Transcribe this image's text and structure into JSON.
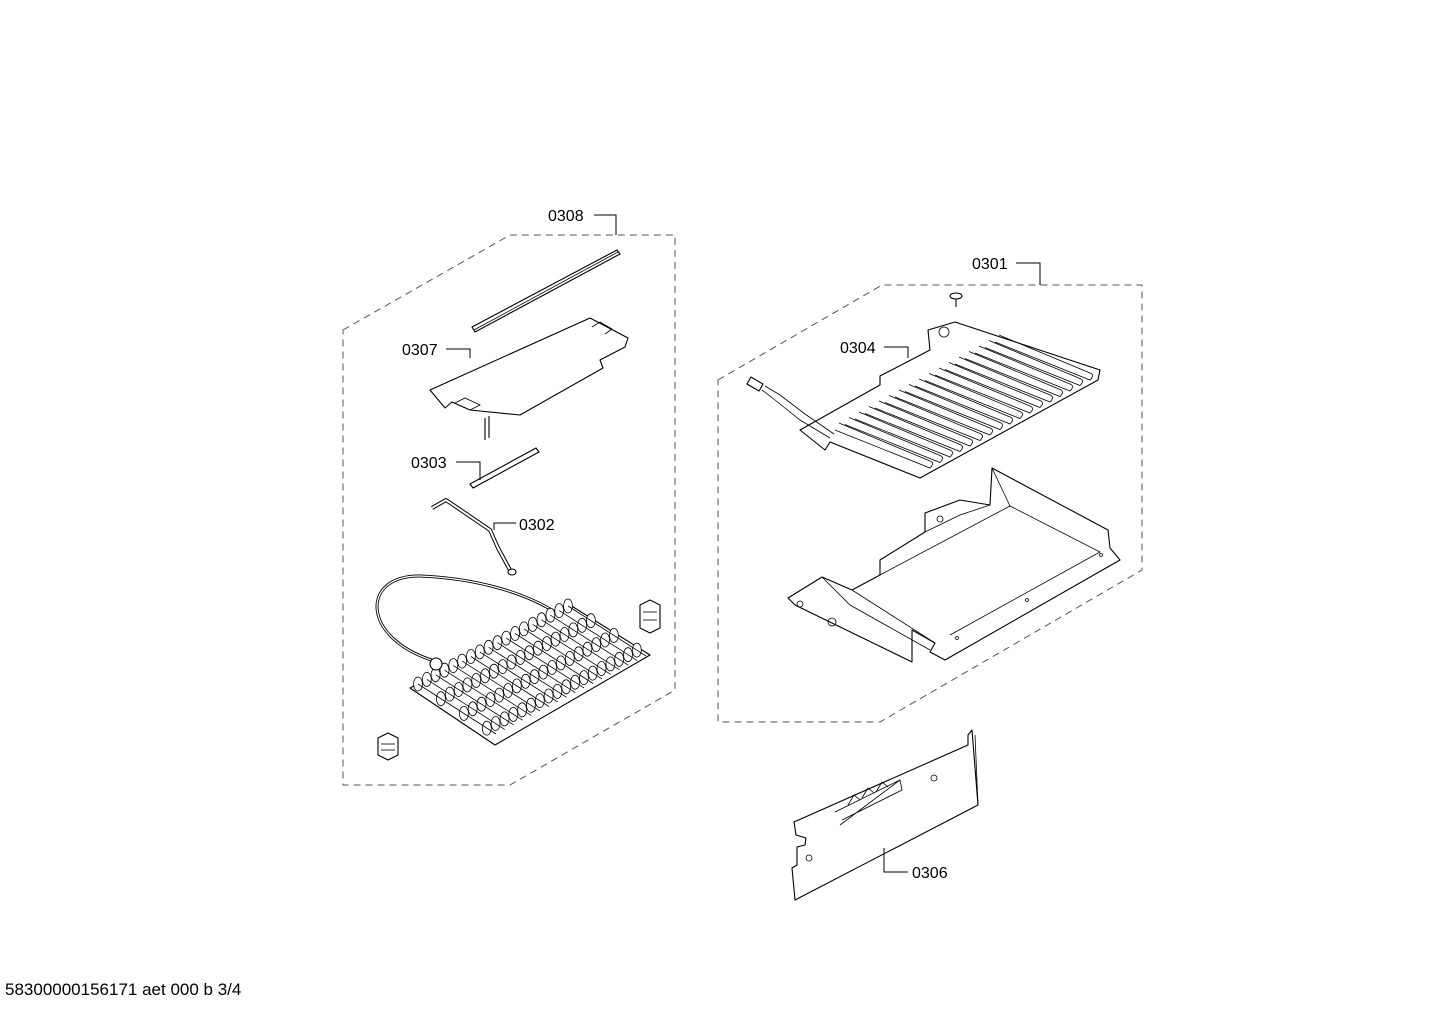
{
  "diagram": {
    "labels": {
      "p0308": "0308",
      "p0307": "0307",
      "p0303": "0303",
      "p0302": "0302",
      "p0301": "0301",
      "p0304": "0304",
      "p0306": "0306"
    },
    "footer": "58300000156171 aet 000 b 3/4"
  }
}
